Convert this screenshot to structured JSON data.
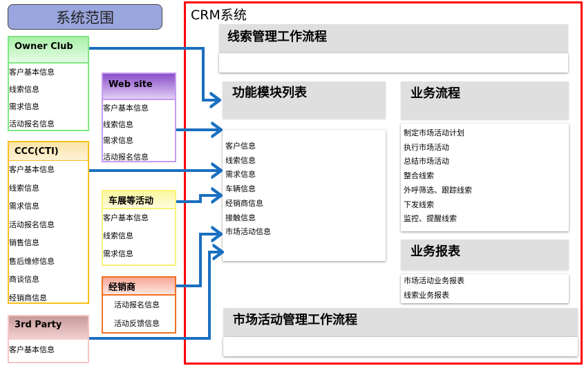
{
  "scope": {
    "title": "系统范围"
  },
  "sources": [
    {
      "name": "Owner Club",
      "items": [
        "客户基本信息",
        "线索信息",
        "需求信息",
        "活动报名信息"
      ]
    },
    {
      "name": "Web site",
      "items": [
        "客户基本信息",
        "线索信息",
        "需求信息",
        "活动报名信息"
      ]
    },
    {
      "name": "CCC(CTI)",
      "items": [
        "客户基本信息",
        "线索信息",
        "需求信息",
        "活动报名信息",
        "销售信息",
        "售后维修信息",
        "商谈信息",
        "经销商信息"
      ]
    },
    {
      "name": "车展等活动",
      "items": [
        "客户基本信息",
        "线索信息",
        "需求信息"
      ]
    },
    {
      "name": "经销商",
      "items": [
        "活动报名信息",
        "活动反馈信息"
      ]
    },
    {
      "name": "3rd Party",
      "items": [
        "客户基本信息"
      ]
    }
  ],
  "crm": {
    "title": "CRM系统",
    "lead_flow": {
      "title": "线索管理工作流程"
    },
    "modules": {
      "title": "功能模块列表",
      "items": [
        "客户信息",
        "线索信息",
        "需求信息",
        "车辆信息",
        "经销商信息",
        "接触信息",
        "市场活动信息"
      ]
    },
    "business_flow": {
      "title": "业务流程",
      "items": [
        "制定市场活动计划",
        "执行市场活动",
        "总结市场活动",
        "整合线索",
        "外呼筛选、跟踪线索",
        "下发线索",
        "监控、提醒线索"
      ]
    },
    "reports": {
      "title": "业务报表",
      "items": [
        "市场活动业务报表",
        "线索业务报表"
      ]
    },
    "campaign_flow": {
      "title": "市场活动管理工作流程"
    }
  },
  "colors": {
    "arrow": "#1a6fc0",
    "crm_border": "#ff0000"
  }
}
